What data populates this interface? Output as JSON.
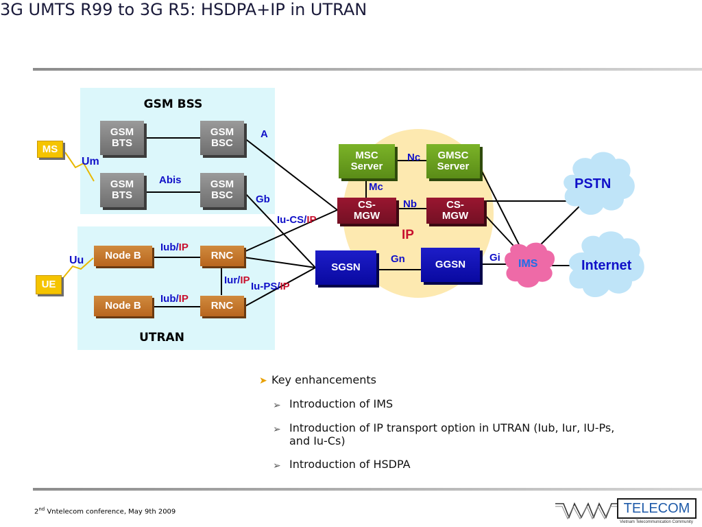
{
  "title": "3G UMTS R99 to 3G R5: HSDPA+IP in UTRAN",
  "regions": {
    "gsm_bss": "GSM BSS",
    "utran": "UTRAN",
    "ip": "IP"
  },
  "nodes": {
    "gsm_bts_1": "GSM\nBTS",
    "gsm_bsc_1": "GSM\nBSC",
    "gsm_bts_2": "GSM\nBTS",
    "gsm_bsc_2": "GSM\nBSC",
    "ms": "MS",
    "ue": "UE",
    "node_b_1": "Node B",
    "node_b_2": "Node B",
    "rnc_1": "RNC",
    "rnc_2": "RNC",
    "msc_server": "MSC\nServer",
    "gmsc_server": "GMSC\nServer",
    "cs_mgw_1": "CS-\nMGW",
    "cs_mgw_2": "CS-\nMGW",
    "sgsn": "SGSN",
    "ggsn": "GGSN",
    "ims": "IMS",
    "pstn": "PSTN",
    "internet": "Internet"
  },
  "interfaces": {
    "a": "A",
    "um": "Um",
    "abis": "Abis",
    "gb": "Gb",
    "nc": "Nc",
    "mc": "Mc",
    "nb": "Nb",
    "iu_cs": "Iu-CS/",
    "iu_cs_ip": "IP",
    "iub_1": "Iub/",
    "iub_1_ip": "IP",
    "uu": "Uu",
    "iur": "Iur/",
    "iur_ip": "IP",
    "iu_ps": "Iu-PS/",
    "iu_ps_ip": "IP",
    "iub_2": "Iub/",
    "iub_2_ip": "IP",
    "gn": "Gn",
    "gi": "Gi"
  },
  "bullets": {
    "heading": "Key enhancements",
    "items": [
      "Introduction of IMS",
      "Introduction of IP transport option in UTRAN (Iub, Iur, IU-Ps,",
      "and Iu-Cs)",
      "Introduction of HSDPA"
    ]
  },
  "footer": {
    "prefix": "2",
    "sup": "nd",
    "text": " Vntelecom conference, May 9th 2009"
  },
  "logo": {
    "name": "TELECOM",
    "tagline": "Vietnam Telecommunication Community"
  },
  "colors": {
    "region_bg": "#dcf7fb",
    "ip_bg": "#fde9b0",
    "interface_blue": "#1010c8",
    "ip_red": "#c8102e",
    "ims_pink": "#ee6aa7",
    "cloud_blue": "#bfe4f8"
  }
}
